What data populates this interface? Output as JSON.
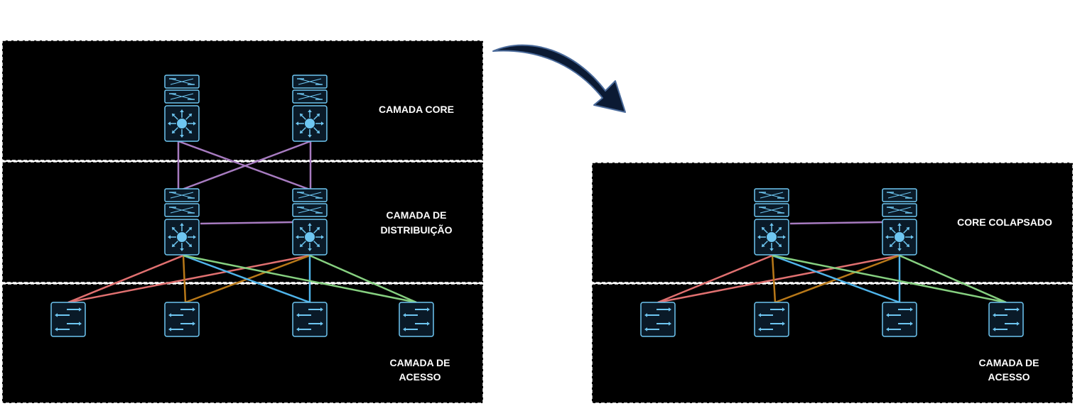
{
  "colors": {
    "background": "#000000",
    "device_stroke": "#6ec6f1",
    "device_fill": "#0a1a28",
    "arrow_fill": "#0b1a33",
    "arrow_stroke": "#4a6a9a",
    "link_core": "#a77bc0",
    "link_red": "#e07070",
    "link_orange": "#b87818",
    "link_blue": "#4fb4ea",
    "link_green": "#86d080"
  },
  "left_diagram": {
    "label_core": "CAMADA CORE",
    "label_distribution_line1": "CAMADA DE",
    "label_distribution_line2": "DISTRIBUIÇÃO",
    "label_access_line1": "CAMADA DE",
    "label_access_line2": "ACESSO",
    "core_icon": "layer3-switch-icon",
    "distribution_icon": "layer3-switch-icon",
    "access_icon": "workgroup-switch-icon",
    "access_switch_count": 4
  },
  "right_diagram": {
    "label_collapsed_core": "CORE COLAPSADO",
    "label_access_line1": "CAMADA DE",
    "label_access_line2": "ACESSO",
    "collapsed_core_icon": "layer3-switch-icon",
    "access_icon": "workgroup-switch-icon",
    "access_switch_count": 4
  },
  "transition_arrow_icon": "curved-arrow-icon"
}
